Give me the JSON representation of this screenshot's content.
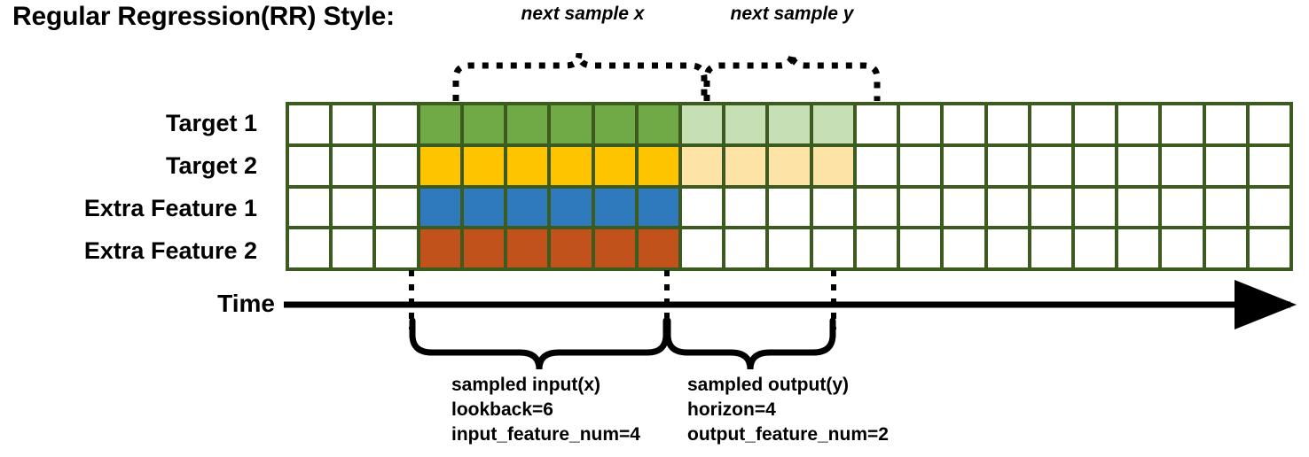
{
  "title": "Regular Regression(RR) Style:",
  "rows": [
    {
      "label": "Target 1",
      "name": "target-1"
    },
    {
      "label": "Target 2",
      "name": "target-2"
    },
    {
      "label": "Extra Feature 1",
      "name": "extra-feature-1"
    },
    {
      "label": "Extra Feature 2",
      "name": "extra-feature-2"
    }
  ],
  "time_axis": {
    "label": "Time"
  },
  "top_annotations": [
    {
      "text": "next sample x",
      "name": "next-sample-x"
    },
    {
      "text": "next sample y",
      "name": "next-sample-y"
    }
  ],
  "bottom_annotations": [
    {
      "name": "sampled-input",
      "lines": [
        "sampled input(x)",
        "lookback=6",
        "input_feature_num=4"
      ]
    },
    {
      "name": "sampled-output",
      "lines": [
        "sampled output(y)",
        "horizon=4",
        "output_feature_num=2"
      ]
    }
  ],
  "colors": {
    "grid_line": "#3b5b1f",
    "target1_input": "#6faa46",
    "target1_output": "#c6dfb4",
    "target2_input": "#ffc400",
    "target2_output": "#fde3a5",
    "extra1_input": "#2e7abc",
    "extra2_input": "#c2521b",
    "empty": "#ffffff",
    "axis": "#000000"
  },
  "grid": {
    "columns": 23,
    "rows": 4,
    "input_start_col": 3,
    "input_end_col": 9,
    "output_start_col": 9,
    "output_end_col": 13,
    "cells": [
      [
        "white",
        "white",
        "white",
        "green",
        "green",
        "green",
        "green",
        "green",
        "green",
        "lgreen",
        "lgreen",
        "lgreen",
        "lgreen",
        "white",
        "white",
        "white",
        "white",
        "white",
        "white",
        "white",
        "white",
        "white",
        "white"
      ],
      [
        "white",
        "white",
        "white",
        "yellow",
        "yellow",
        "yellow",
        "yellow",
        "yellow",
        "yellow",
        "lyellow",
        "lyellow",
        "lyellow",
        "lyellow",
        "white",
        "white",
        "white",
        "white",
        "white",
        "white",
        "white",
        "white",
        "white",
        "white"
      ],
      [
        "white",
        "white",
        "white",
        "blue",
        "blue",
        "blue",
        "blue",
        "blue",
        "blue",
        "white",
        "white",
        "white",
        "white",
        "white",
        "white",
        "white",
        "white",
        "white",
        "white",
        "white",
        "white",
        "white",
        "white"
      ],
      [
        "white",
        "white",
        "white",
        "orange",
        "orange",
        "orange",
        "orange",
        "orange",
        "orange",
        "white",
        "white",
        "white",
        "white",
        "white",
        "white",
        "white",
        "white",
        "white",
        "white",
        "white",
        "white",
        "white",
        "white"
      ]
    ]
  }
}
